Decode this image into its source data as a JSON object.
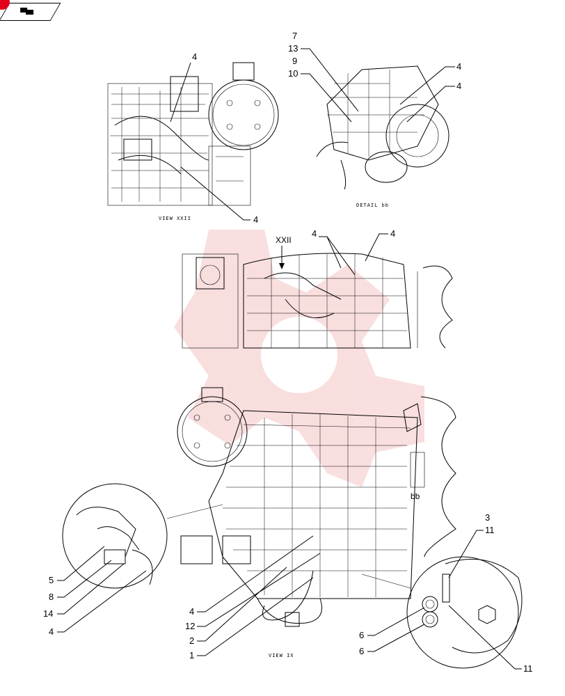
{
  "colors": {
    "watermark": "#f2b8b8",
    "nav_dot": "#e3001b",
    "ink": "#000000"
  },
  "nav": {
    "icon": "page-back-arrow-icon"
  },
  "captions": {
    "view_xxii": "VIEW XXII",
    "detail_bb": "DETAIL bb",
    "view_ix": "VIEW IX"
  },
  "view_marks": {
    "xxii": "XXII",
    "bb": "bb"
  },
  "callouts": {
    "top_left_4": "4",
    "top_left_4b": "4",
    "detail_7": "7",
    "detail_13": "13",
    "detail_9": "9",
    "detail_10": "10",
    "detail_4a": "4",
    "detail_4b": "4",
    "mid_4a": "4",
    "mid_4b": "4",
    "left_5": "5",
    "left_8": "8",
    "left_14": "14",
    "left_4": "4",
    "bottom_4": "4",
    "bottom_12": "12",
    "bottom_2": "2",
    "bottom_1": "1",
    "right_3": "3",
    "right_11a": "11",
    "right_6a": "6",
    "right_6b": "6",
    "right_11b": "11"
  }
}
